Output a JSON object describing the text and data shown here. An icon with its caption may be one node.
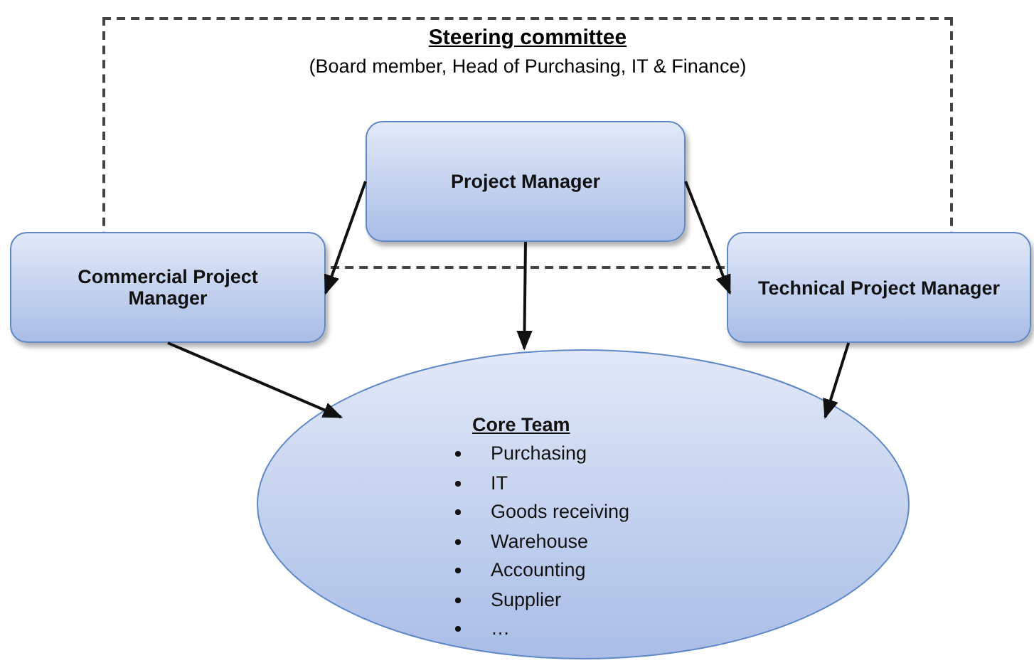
{
  "diagram": {
    "nodes": [
      {
        "text": [
          "Steering committee",
          "(Board member, Head of Purchasing, IT & Finance)"
        ]
      },
      {
        "text": [
          "Project Manager"
        ],
        "in": 0
      },
      {
        "text": [
          "Commercial Project Manager"
        ]
      },
      {
        "text": [
          "Technical Project Manager"
        ]
      },
      {
        "text": [
          "Core Team",
          "Purchasing",
          "IT",
          "Goods receiving",
          "Warehouse",
          "Accounting",
          "Supplier",
          "…"
        ]
      }
    ],
    "edges": [
      {
        "from": 1,
        "to": 2,
        "arrow": "to"
      },
      {
        "from": 1,
        "to": 3,
        "arrow": "to"
      },
      {
        "from": 1,
        "to": 4,
        "arrow": "to"
      },
      {
        "from": 2,
        "to": 4,
        "arrow": "to"
      },
      {
        "from": 3,
        "to": 4,
        "arrow": "to"
      }
    ]
  }
}
